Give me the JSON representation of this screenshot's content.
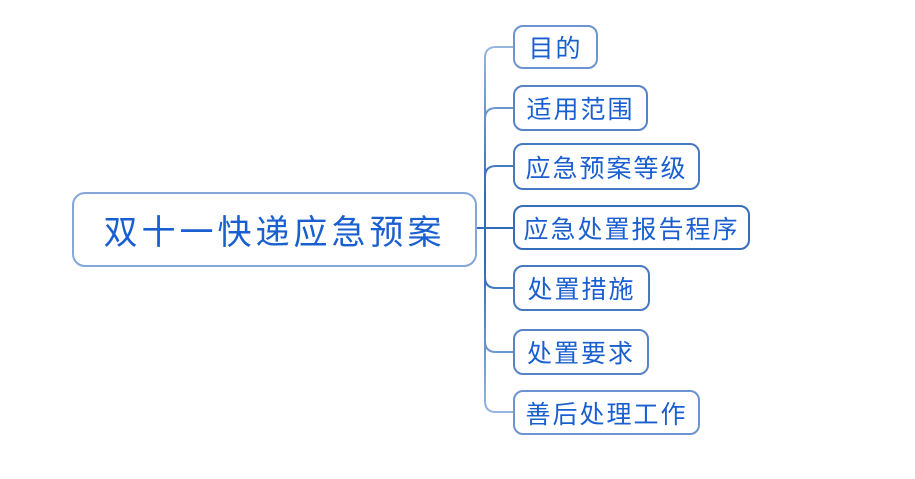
{
  "diagram": {
    "type": "mindmap",
    "root": {
      "label": "双十一快递应急预案"
    },
    "children": [
      {
        "label": "目的"
      },
      {
        "label": "适用范围"
      },
      {
        "label": "应急预案等级"
      },
      {
        "label": "应急处置报告程序"
      },
      {
        "label": "处置措施"
      },
      {
        "label": "处置要求"
      },
      {
        "label": "善后处理工作"
      }
    ]
  },
  "colors": {
    "background": "#ffffff",
    "text_blue": "#1a5fd0",
    "connector_dark": "#2e6cb8",
    "connector_light": "#a6c0e4",
    "root_border": "#84a6d8",
    "child_border": "#4779c2"
  }
}
